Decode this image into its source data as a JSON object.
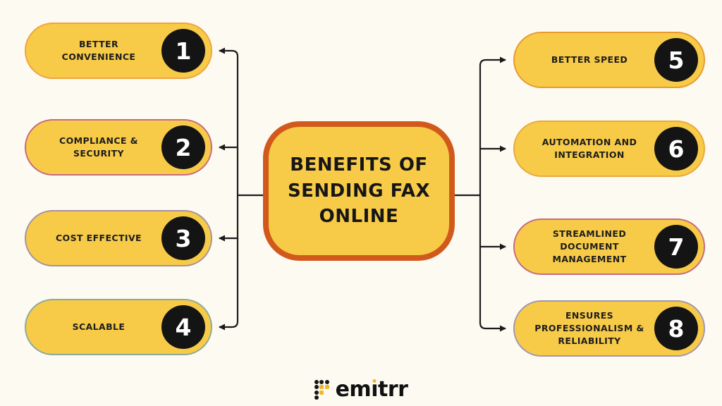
{
  "title": "BENEFITS OF\nSENDING FAX\nONLINE",
  "benefits": {
    "left": [
      {
        "number": "1",
        "label": "BETTER\nCONVENIENCE",
        "border_color": "#EFA43C"
      },
      {
        "number": "2",
        "label": "COMPLIANCE &\nSECURITY",
        "border_color": "#C66A80"
      },
      {
        "number": "3",
        "label": "COST EFFECTIVE",
        "border_color": "#A6929D"
      },
      {
        "number": "4",
        "label": "SCALABLE",
        "border_color": "#8CAA9B"
      }
    ],
    "right": [
      {
        "number": "5",
        "label": "BETTER SPEED",
        "border_color": "#E8992F"
      },
      {
        "number": "6",
        "label": "AUTOMATION AND\nINTEGRATION",
        "border_color": "#E9A83D"
      },
      {
        "number": "7",
        "label": "STREAMLINED\nDOCUMENT\nMANAGEMENT",
        "border_color": "#C66A80"
      },
      {
        "number": "8",
        "label": "ENSURES\nPROFESSIONALISM &\nRELIABILITY",
        "border_color": "#A495AF"
      }
    ]
  },
  "logo": {
    "name": "emitrr",
    "pre": "em",
    "i": "ı",
    "post": "trr"
  },
  "colors": {
    "background": "#FCFAF1",
    "pill_fill": "#F7CB48",
    "center_border": "#D2591C",
    "badge": "#141414",
    "line": "#1b1b1b",
    "logo_accent": "#F2B62B"
  }
}
